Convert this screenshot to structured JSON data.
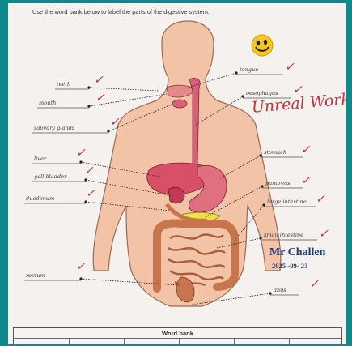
{
  "instruction": "Use the word bank below to label the parts of the digestive system.",
  "labels": {
    "teeth": "teeth",
    "mouth": "mouth",
    "salivary_glands": "salivary glands",
    "liver": "liver",
    "gall_bladder": "gall bladder",
    "duodenum": "duodenum",
    "rectum": "rectum",
    "tongue": "tongue",
    "oesophagus": "oesophagus",
    "stomach": "stomach",
    "pancreas": "pancreas",
    "large_intestine": "large intestine",
    "small_intestine": "small intestine",
    "anus": "anus"
  },
  "teacher_comment": "Unreal Work!",
  "stamp": {
    "name": "Mr Challen",
    "date": "2025 -09- 23"
  },
  "word_bank": {
    "title": "Word bank"
  },
  "colors": {
    "marking_red": "#c0323e",
    "stamp_blue": "#233a7a",
    "skin": "#f2c3a6",
    "organ_pink": "#d9607a",
    "intestine": "#c8754e",
    "liver": "#d94f68",
    "gall": "#f0e040"
  }
}
